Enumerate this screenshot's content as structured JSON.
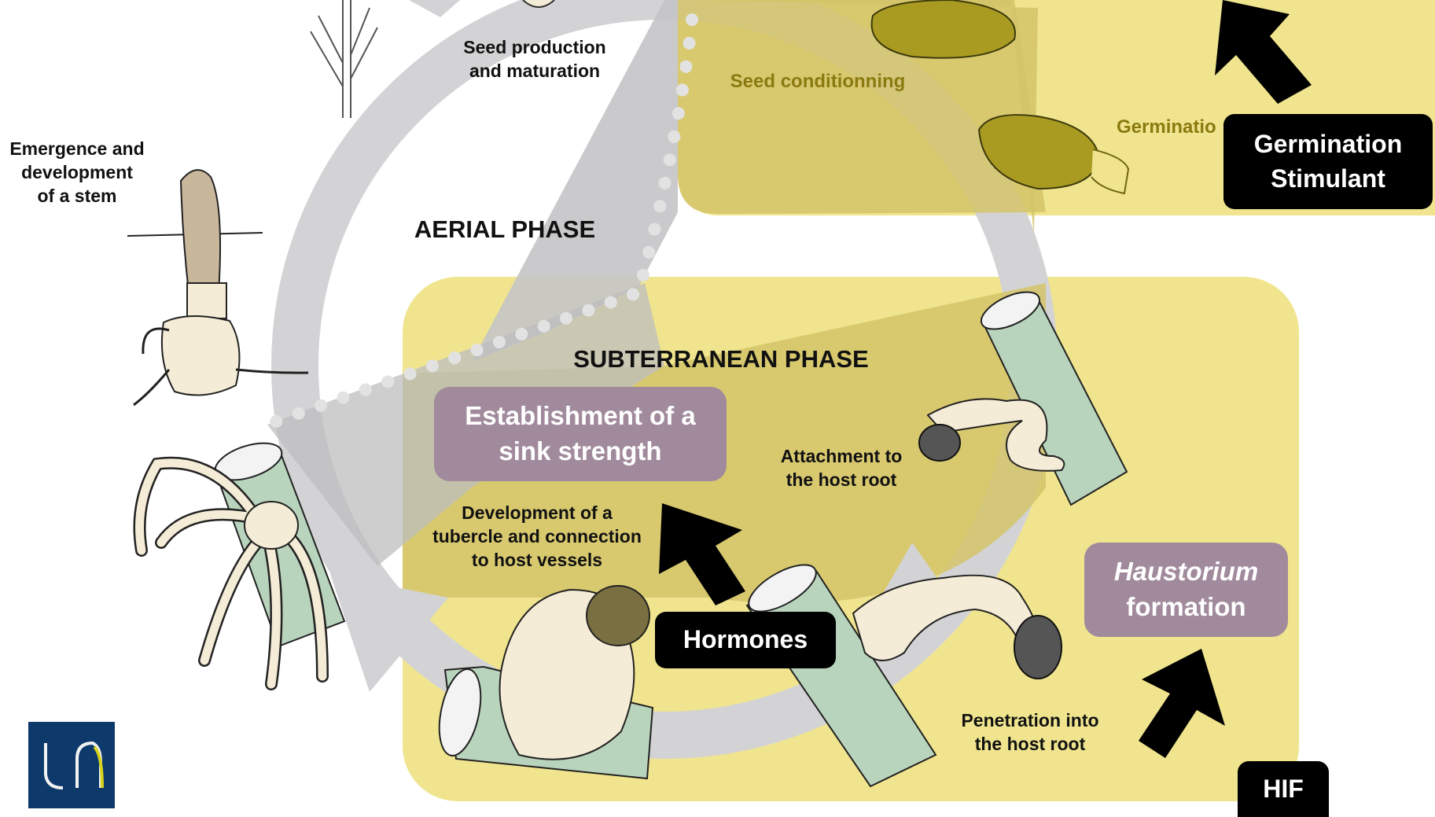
{
  "stages": {
    "seed_production": [
      "Seed production",
      "and maturation"
    ],
    "emergence": [
      "Emergence and",
      "development",
      "of a stem"
    ],
    "attachment": [
      "Attachment to",
      "the host root"
    ],
    "tubercle": [
      "Development of a",
      "tubercle and connection",
      "to host vessels"
    ],
    "penetration": [
      "Penetration into",
      "the host root"
    ],
    "seed_conditioning": "Seed conditionning",
    "germination": "Germinatio"
  },
  "phases": {
    "aerial": "AERIAL PHASE",
    "subterranean": "SUBTERRANEAN PHASE"
  },
  "processes": {
    "sink_strength": [
      "Establishment of a",
      "sink strength"
    ],
    "haustorium": [
      "Haustorium",
      "formation"
    ]
  },
  "signals": {
    "germination_stimulant": [
      "Germination",
      "Stimulant"
    ],
    "hormones": "Hormones",
    "hif": "HIF"
  },
  "colors": {
    "yellow_panel": "#f0e58e",
    "olive_panel": "#d3c46a",
    "cycle_arrow": "#d3d3d5",
    "purple_box": "#a08a9c",
    "logo_blue": "#0d3a6b",
    "logo_accent": "#d6d21c"
  },
  "logo": {
    "text": "un"
  }
}
